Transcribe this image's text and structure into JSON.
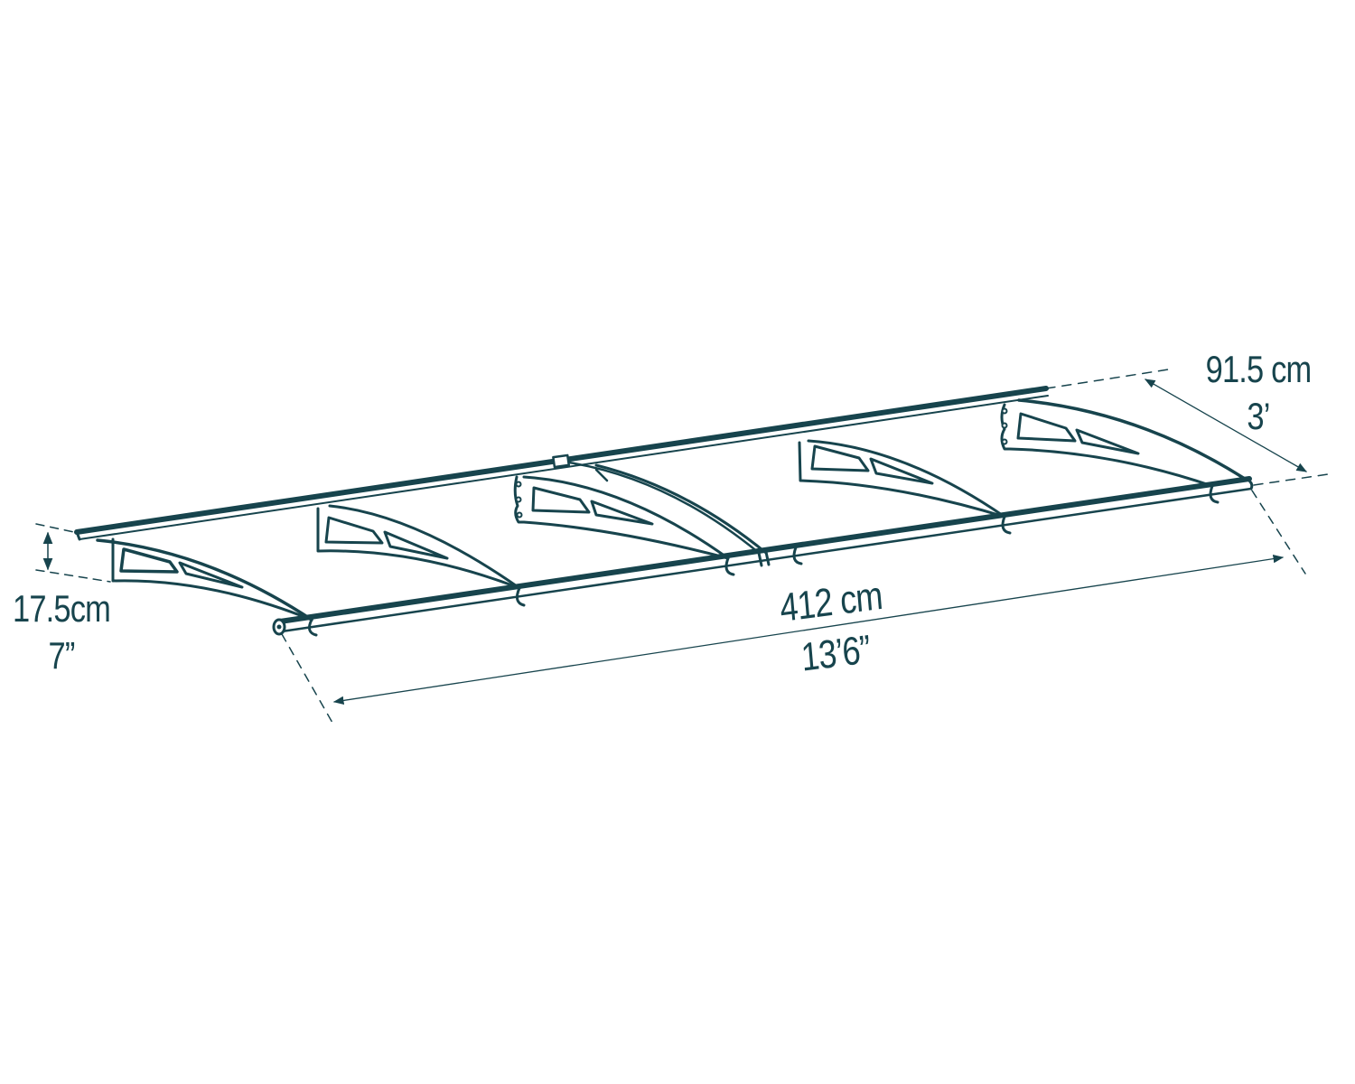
{
  "diagram": {
    "subject": "Door canopy awning dimension drawing",
    "line_color": "#17444d",
    "background_color": "#ffffff",
    "brackets_count": 5,
    "dimensions": {
      "depth": {
        "metric": "91.5 cm",
        "imperial": "3’"
      },
      "height": {
        "metric": "17.5cm",
        "imperial": "7”"
      },
      "width": {
        "metric": "412 cm",
        "imperial": "13’6”"
      }
    }
  }
}
